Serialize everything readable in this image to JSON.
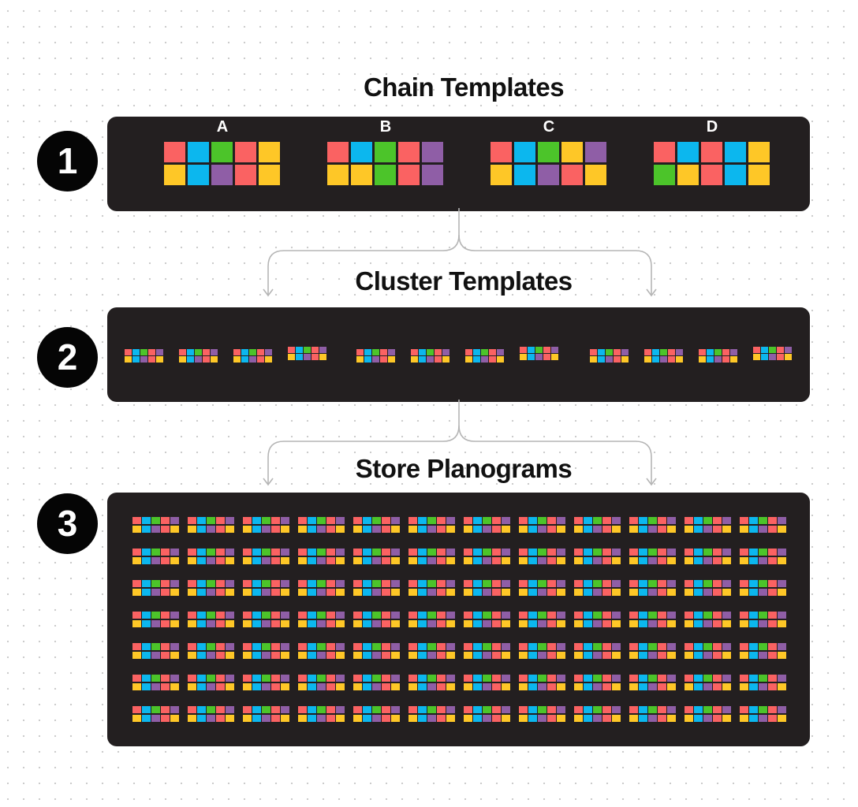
{
  "palette": {
    "red": "#fa6262",
    "blue": "#0cb7ee",
    "green": "#4cc42a",
    "yellow": "#fec727",
    "purple": "#8f5ea6",
    "panel": "#231f20",
    "badge": "#050505"
  },
  "steps": [
    {
      "number": "1",
      "title": "Chain Templates"
    },
    {
      "number": "2",
      "title": "Cluster Templates"
    },
    {
      "number": "3",
      "title": "Store Planograms"
    }
  ],
  "chain_templates": [
    {
      "letter": "A",
      "rows": [
        [
          "red",
          "blue",
          "green",
          "red",
          "yellow"
        ],
        [
          "yellow",
          "blue",
          "purple",
          "red",
          "yellow"
        ]
      ]
    },
    {
      "letter": "B",
      "rows": [
        [
          "red",
          "blue",
          "green",
          "red",
          "purple"
        ],
        [
          "yellow",
          "yellow",
          "green",
          "red",
          "purple"
        ]
      ]
    },
    {
      "letter": "C",
      "rows": [
        [
          "red",
          "blue",
          "green",
          "yellow",
          "purple"
        ],
        [
          "yellow",
          "blue",
          "purple",
          "red",
          "yellow"
        ]
      ]
    },
    {
      "letter": "D",
      "rows": [
        [
          "red",
          "blue",
          "red",
          "blue",
          "yellow"
        ],
        [
          "green",
          "yellow",
          "red",
          "blue",
          "yellow"
        ]
      ]
    }
  ],
  "cluster_templates": {
    "groups": 3,
    "per_group": 4,
    "rows": [
      [
        "red",
        "blue",
        "green",
        "red",
        "purple"
      ],
      [
        "yellow",
        "blue",
        "purple",
        "red",
        "yellow"
      ]
    ]
  },
  "store_planograms": {
    "rows": 7,
    "columns": 12,
    "rows_pattern": [
      [
        "red",
        "blue",
        "green",
        "red",
        "purple"
      ],
      [
        "yellow",
        "blue",
        "purple",
        "red",
        "yellow"
      ]
    ]
  }
}
